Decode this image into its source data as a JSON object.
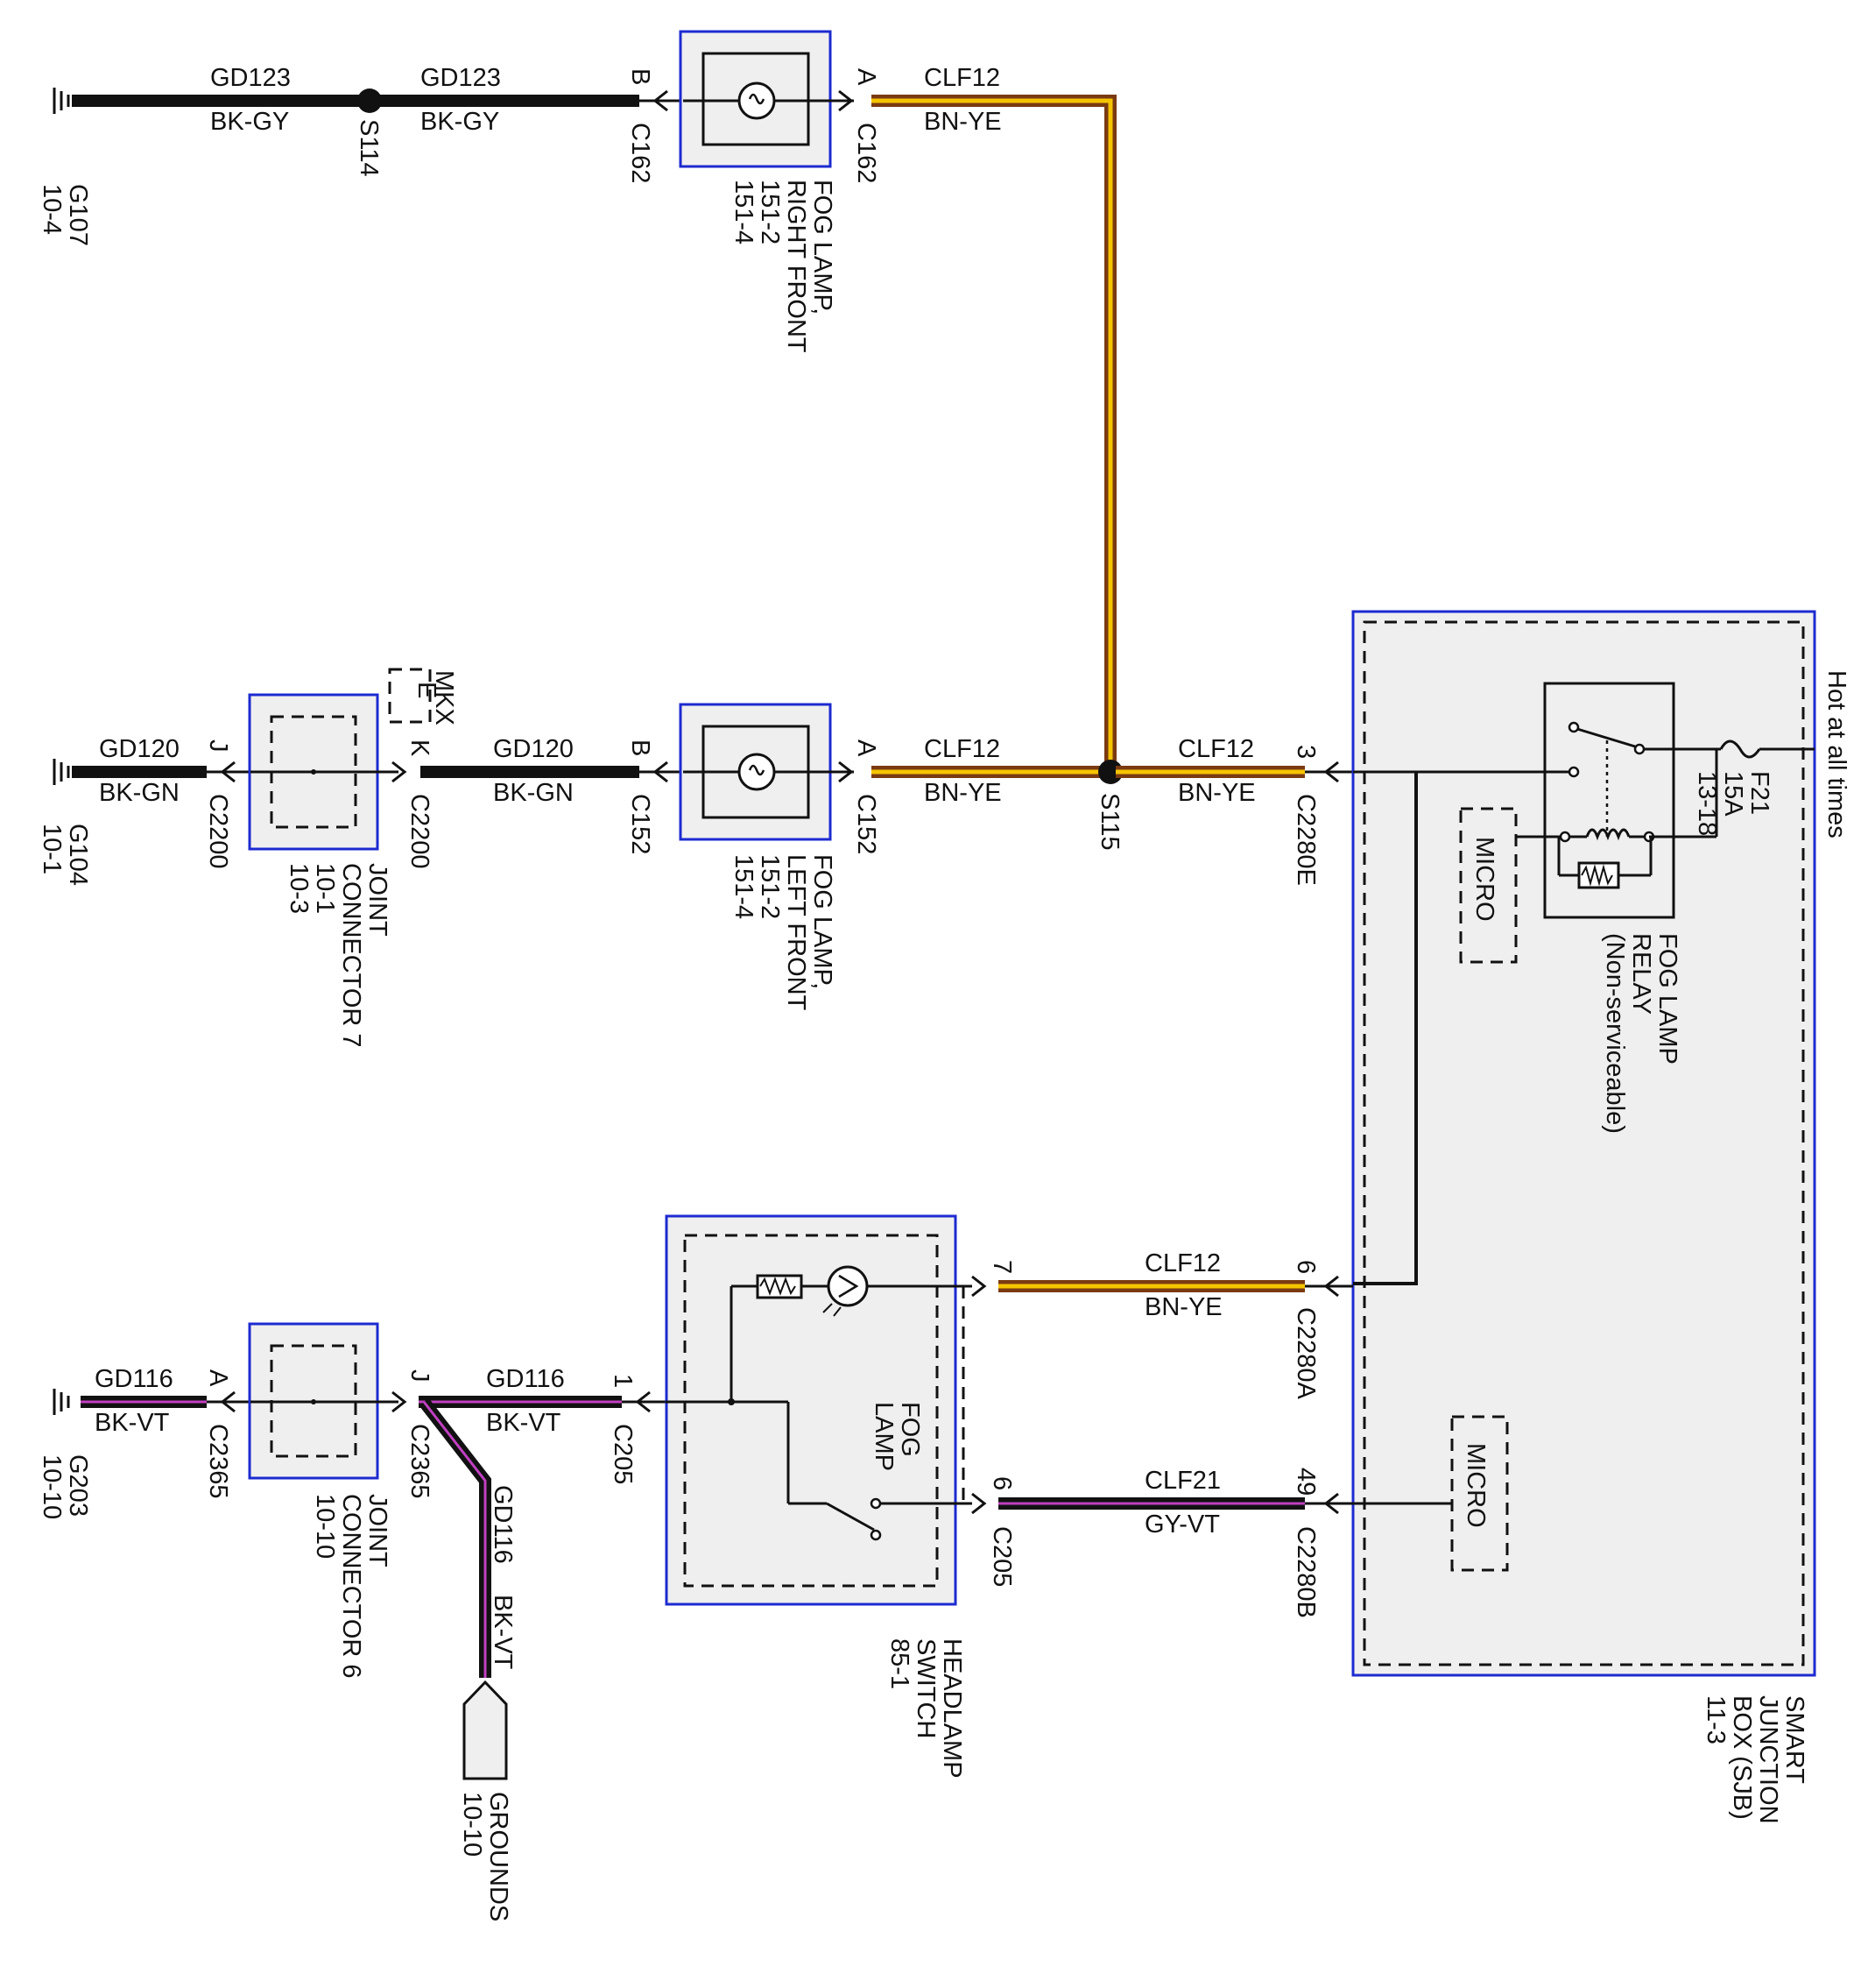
{
  "colors": {
    "black": "#111111",
    "brown": "#7a3a12",
    "yellow": "#f5c400",
    "gray": "#8a8a8a",
    "violet": "#c040c0",
    "blue": "#1d2bd0",
    "component_fill": "#efefef"
  },
  "ground_row1": {
    "ground": "G107",
    "page": "10-4"
  },
  "ground_row2": {
    "ground": "G104",
    "page": "10-1"
  },
  "ground_row3": {
    "ground": "G203",
    "page": "10-10"
  },
  "wires": {
    "w1": {
      "circuit": "GD123",
      "color": "BK-GY"
    },
    "w2": {
      "circuit": "GD123",
      "color": "BK-GY"
    },
    "w3": {
      "circuit": "CLF12",
      "color": "BN-YE"
    },
    "w4": {
      "circuit": "GD120",
      "color": "BK-GN"
    },
    "w5": {
      "circuit": "GD120",
      "color": "BK-GN"
    },
    "w6": {
      "circuit": "CLF12",
      "color": "BN-YE"
    },
    "w7": {
      "circuit": "CLF12",
      "color": "BN-YE"
    },
    "w8": {
      "circuit": "GD116",
      "color": "BK-VT"
    },
    "w9": {
      "circuit": "GD116",
      "color": "BK-VT"
    },
    "w10": {
      "circuit": "GD116",
      "color": "BK-VT"
    },
    "w11": {
      "circuit": "CLF12",
      "color": "BN-YE"
    },
    "w12": {
      "circuit": "CLF21",
      "color": "GY-VT"
    }
  },
  "splices": {
    "s114": "S114",
    "s115": "S115"
  },
  "connectors": {
    "c162_b": {
      "pin": "B",
      "name": "C162"
    },
    "c162_a": {
      "pin": "A",
      "name": "C162"
    },
    "c2200_j": {
      "pin": "J",
      "name": "C2200"
    },
    "c2200_k": {
      "pin": "K",
      "name": "C2200"
    },
    "c152_b": {
      "pin": "B",
      "name": "C152"
    },
    "c152_a": {
      "pin": "A",
      "name": "C152"
    },
    "c2280e": {
      "pin": "3",
      "name": "C2280E"
    },
    "c2365_a": {
      "pin": "A",
      "name": "C2365"
    },
    "c2365_j": {
      "pin": "J",
      "name": "C2365"
    },
    "c205_1": {
      "pin": "1",
      "name": "C205"
    },
    "c205_7": {
      "pin": "7"
    },
    "c205_6": {
      "pin": "6",
      "name": "C205"
    },
    "c2280a": {
      "pin": "6",
      "name": "C2280A"
    },
    "c2280b": {
      "pin": "49",
      "name": "C2280B"
    }
  },
  "components": {
    "fog_right": {
      "line1": "FOG LAMP,",
      "line2": "RIGHT FRONT",
      "line3": "151-2",
      "line4": "151-4"
    },
    "fog_left": {
      "line1": "FOG LAMP,",
      "line2": "LEFT FRONT",
      "line3": "151-2",
      "line4": "151-4"
    },
    "joint7": {
      "line1": "JOINT",
      "line2": "CONNECTOR 7",
      "line3": "10-1",
      "line4": "10-3"
    },
    "joint6": {
      "line1": "JOINT",
      "line2": "CONNECTOR 6",
      "line3": "10-10"
    },
    "headlamp_switch": {
      "line1": "HEADLAMP",
      "line2": "SWITCH",
      "line3": "85-1",
      "inner": "FOG",
      "inner2": "LAMP"
    },
    "sjb": {
      "line1": "SMART",
      "line2": "JUNCTION",
      "line3": "BOX (SJB)",
      "line4": "11-3"
    },
    "relay": {
      "line1": "FOG LAMP",
      "line2": "RELAY",
      "line3": "(Non-serviceable)"
    },
    "fuse": {
      "line1": "F21",
      "line2": "15A",
      "line3": "13-18"
    },
    "micro1": "MICRO",
    "micro2": "MICRO",
    "hot": "Hot at all times",
    "grounds": {
      "line1": "GROUNDS",
      "line2": "10-10"
    },
    "mkx": {
      "label": "MKX",
      "box": "E"
    }
  }
}
